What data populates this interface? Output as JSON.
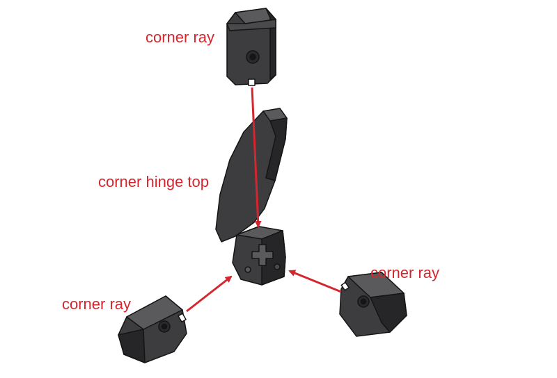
{
  "labels": {
    "corner_ray_top": "corner ray",
    "corner_hinge_top": "corner hinge top",
    "corner_ray_right": "corner ray",
    "corner_ray_left": "corner ray"
  },
  "colors": {
    "label_text": "#d4262e",
    "arrow": "#d4262e",
    "part_fill": "#3d3d3f",
    "part_light": "#5a5a5d",
    "part_dark": "#262628",
    "part_edge": "#141414",
    "background": "#ffffff"
  }
}
